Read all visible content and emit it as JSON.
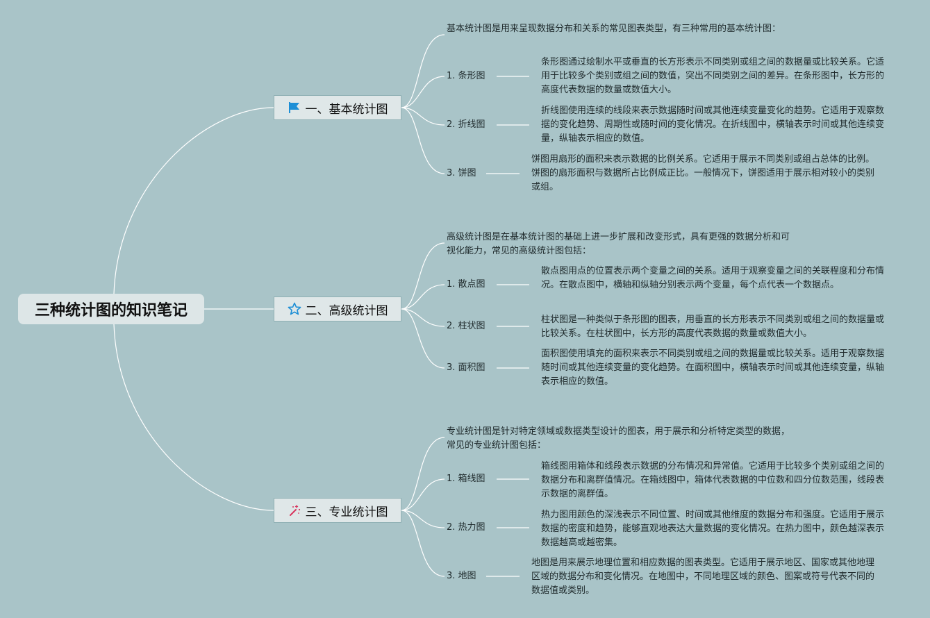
{
  "root": {
    "title": "三种统计图的知识笔记"
  },
  "sections": [
    {
      "title": "一、基本统计图",
      "icon": "flag-icon",
      "intro": "基本统计图是用来呈现数据分布和关系的常见图表类型，有三种常用的基本统计图：",
      "items": [
        {
          "label": "1. 条形图",
          "desc": "条形图通过绘制水平或垂直的长方形表示不同类别或组之间的数据量或比较关系。它适用于比较多个类别或组之间的数值，突出不同类别之间的差异。在条形图中，长方形的高度代表数据的数量或数值大小。"
        },
        {
          "label": "2. 折线图",
          "desc": "折线图使用连续的线段来表示数据随时间或其他连续变量变化的趋势。它适用于观察数据的变化趋势、周期性或随时间的变化情况。在折线图中，横轴表示时间或其他连续变量，纵轴表示相应的数值。"
        },
        {
          "label": "3. 饼图",
          "desc": "饼图用扇形的面积来表示数据的比例关系。它适用于展示不同类别或组占总体的比例。饼图的扇形面积与数据所占比例成正比。一般情况下，饼图适用于展示相对较小的类别或组。"
        }
      ]
    },
    {
      "title": "二、高级统计图",
      "icon": "star-icon",
      "intro": "高级统计图是在基本统计图的基础上进一步扩展和改变形式，具有更强的数据分析和可视化能力，常见的高级统计图包括：",
      "items": [
        {
          "label": "1. 散点图",
          "desc": "散点图用点的位置表示两个变量之间的关系。适用于观察变量之间的关联程度和分布情况。在散点图中，横轴和纵轴分别表示两个变量，每个点代表一个数据点。"
        },
        {
          "label": "2. 柱状图",
          "desc": "柱状图是一种类似于条形图的图表，用垂直的长方形表示不同类别或组之间的数据量或比较关系。在柱状图中，长方形的高度代表数据的数量或数值大小。"
        },
        {
          "label": "3. 面积图",
          "desc": "面积图使用填充的面积来表示不同类别或组之间的数据量或比较关系。适用于观察数据随时间或其他连续变量的变化趋势。在面积图中，横轴表示时间或其他连续变量，纵轴表示相应的数值。"
        }
      ]
    },
    {
      "title": "三、专业统计图",
      "icon": "magic-wand-icon",
      "intro": "专业统计图是针对特定领域或数据类型设计的图表，用于展示和分析特定类型的数据，常见的专业统计图包括：",
      "items": [
        {
          "label": "1. 箱线图",
          "desc": "箱线图用箱体和线段表示数据的分布情况和异常值。它适用于比较多个类别或组之间的数据分布和离群值情况。在箱线图中，箱体代表数据的中位数和四分位数范围，线段表示数据的离群值。"
        },
        {
          "label": "2. 热力图",
          "desc": "热力图用颜色的深浅表示不同位置、时间或其他维度的数据分布和强度。它适用于展示数据的密度和趋势，能够直观地表达大量数据的变化情况。在热力图中，颜色越深表示数据越高或越密集。"
        },
        {
          "label": "3. 地图",
          "desc": "地图是用来展示地理位置和相应数据的图表类型。它适用于展示地区、国家或其他地理区域的数据分布和变化情况。在地图中，不同地理区域的颜色、图案或符号代表不同的数据值或类别。"
        }
      ]
    }
  ],
  "colors": {
    "background": "#a9c4c8",
    "line": "#ffffff",
    "flag": "#1e8fd6",
    "star": "#1e8fd6",
    "wand": "#d8365f"
  }
}
